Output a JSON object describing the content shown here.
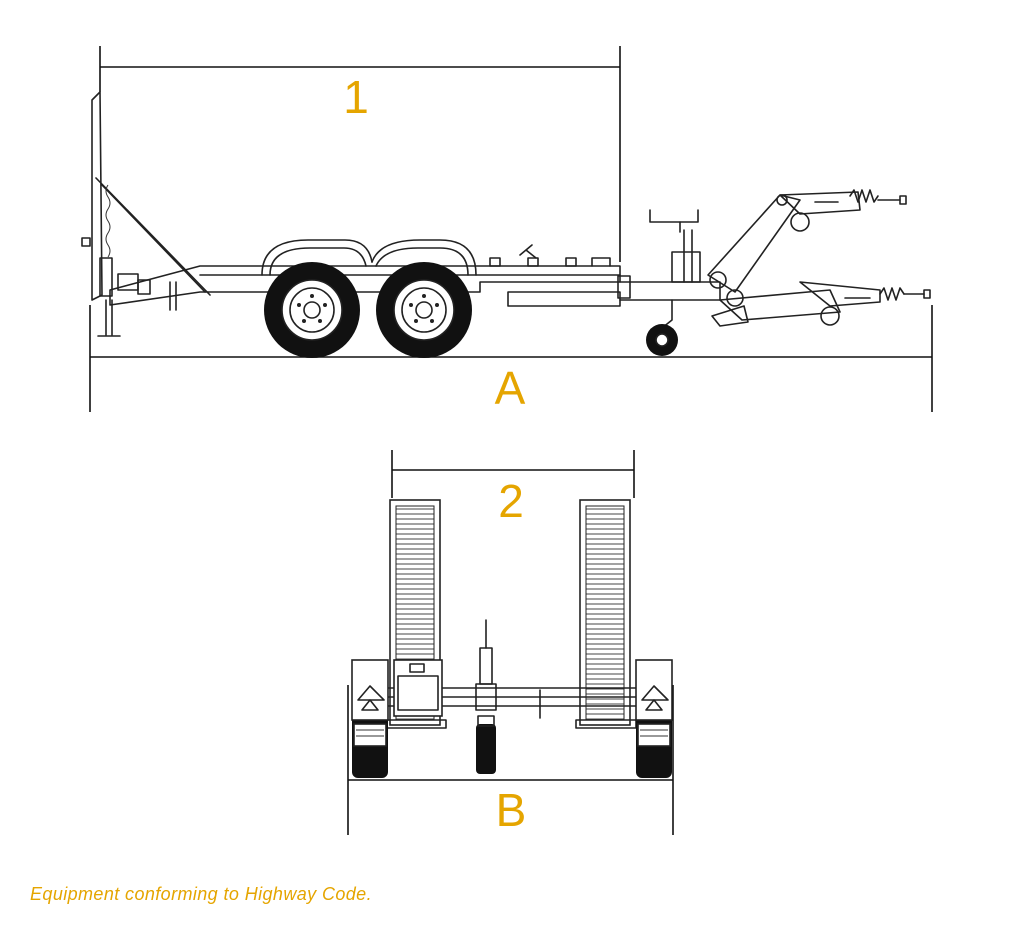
{
  "dimensions": {
    "side_length_top": "1",
    "side_length_overall": "A",
    "front_width_ramps": "2",
    "front_width_overall": "B"
  },
  "caption": "Equipment conforming to Highway Code.",
  "colors": {
    "label": "#E5A500",
    "line": "#1a1a1a",
    "background": "#ffffff"
  }
}
